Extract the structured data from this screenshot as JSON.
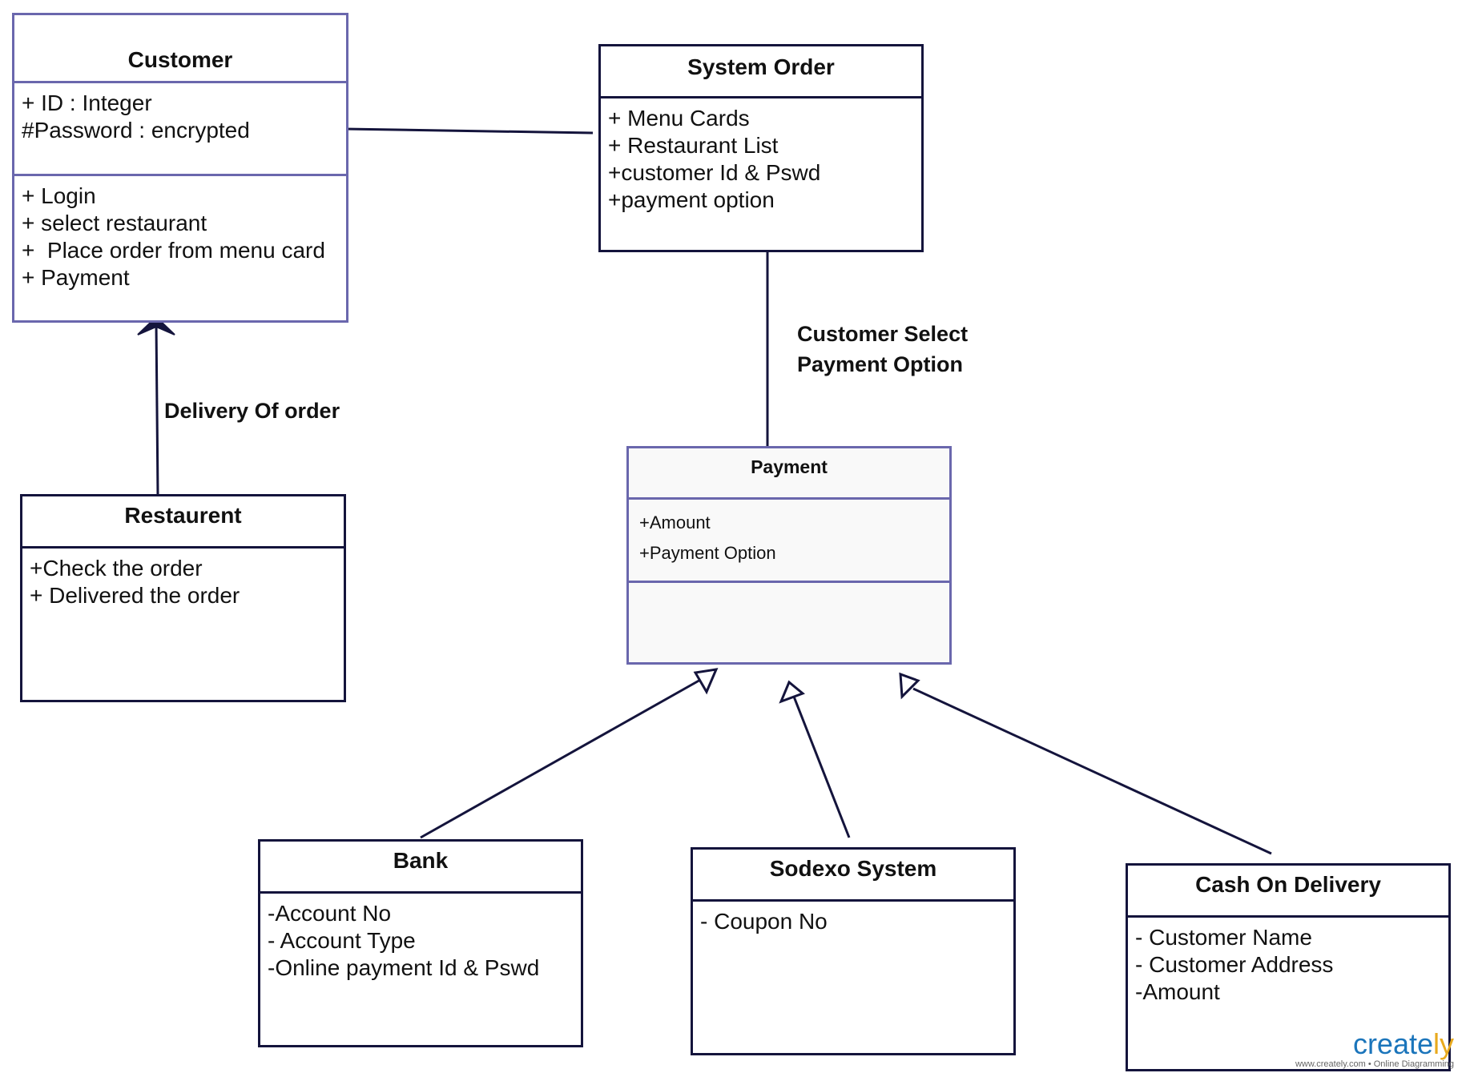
{
  "classes": {
    "customer": {
      "name": "Customer",
      "attributes": "+ ID : Integer\n#Password : encrypted",
      "methods": "+ Login\n+ select restaurant\n+  Place order from menu card\n+ Payment"
    },
    "system_order": {
      "name": "System Order",
      "attributes": "+ Menu Cards\n+ Restaurant List\n+customer Id & Pswd\n+payment option"
    },
    "restaurent": {
      "name": "Restaurent",
      "attributes": "+Check the order\n+ Delivered the order"
    },
    "payment": {
      "name": "Payment",
      "attributes": "+Amount\n+Payment Option",
      "methods": ""
    },
    "bank": {
      "name": "Bank",
      "attributes": "-Account No\n- Account Type\n-Online payment Id & Pswd"
    },
    "sodexo": {
      "name": "Sodexo System",
      "attributes": "- Coupon No"
    },
    "cod": {
      "name": "Cash On Delivery",
      "attributes": "- Customer Name\n- Customer Address\n-Amount"
    }
  },
  "labels": {
    "delivery": "Delivery Of order",
    "payment_select": "Customer Select\nPayment Option"
  },
  "logo": {
    "word_main": "create",
    "word_end": "ly",
    "tagline": "www.creately.com • Online Diagramming"
  },
  "colors": {
    "dark_border": "#14143c",
    "purple_border": "#6a67ad",
    "brand_blue": "#1b75bb",
    "brand_yellow": "#e8a91d"
  }
}
